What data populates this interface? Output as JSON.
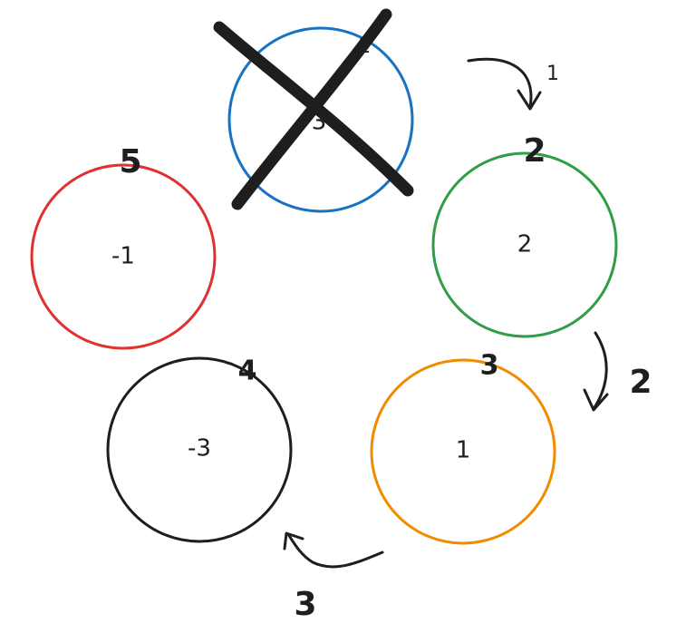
{
  "nodes": [
    {
      "id": "blue",
      "value": "3",
      "order": "1",
      "color": "#1971c2",
      "crossed": true
    },
    {
      "id": "green",
      "value": "2",
      "order": "2",
      "color": "#2f9e44"
    },
    {
      "id": "orange",
      "value": "1",
      "order": "3",
      "color": "#f08c00"
    },
    {
      "id": "black",
      "value": "-3",
      "order": "4",
      "color": "#1e1e1e"
    },
    {
      "id": "red",
      "value": "-1",
      "order": "5",
      "color": "#e03131"
    }
  ],
  "arrows": [
    {
      "from": "blue",
      "to": "green",
      "label": "1"
    },
    {
      "from": "green",
      "to": "orange",
      "label": "2"
    },
    {
      "from": "orange",
      "to": "black",
      "label": "3"
    }
  ],
  "cross_color": "#1e1e1e"
}
